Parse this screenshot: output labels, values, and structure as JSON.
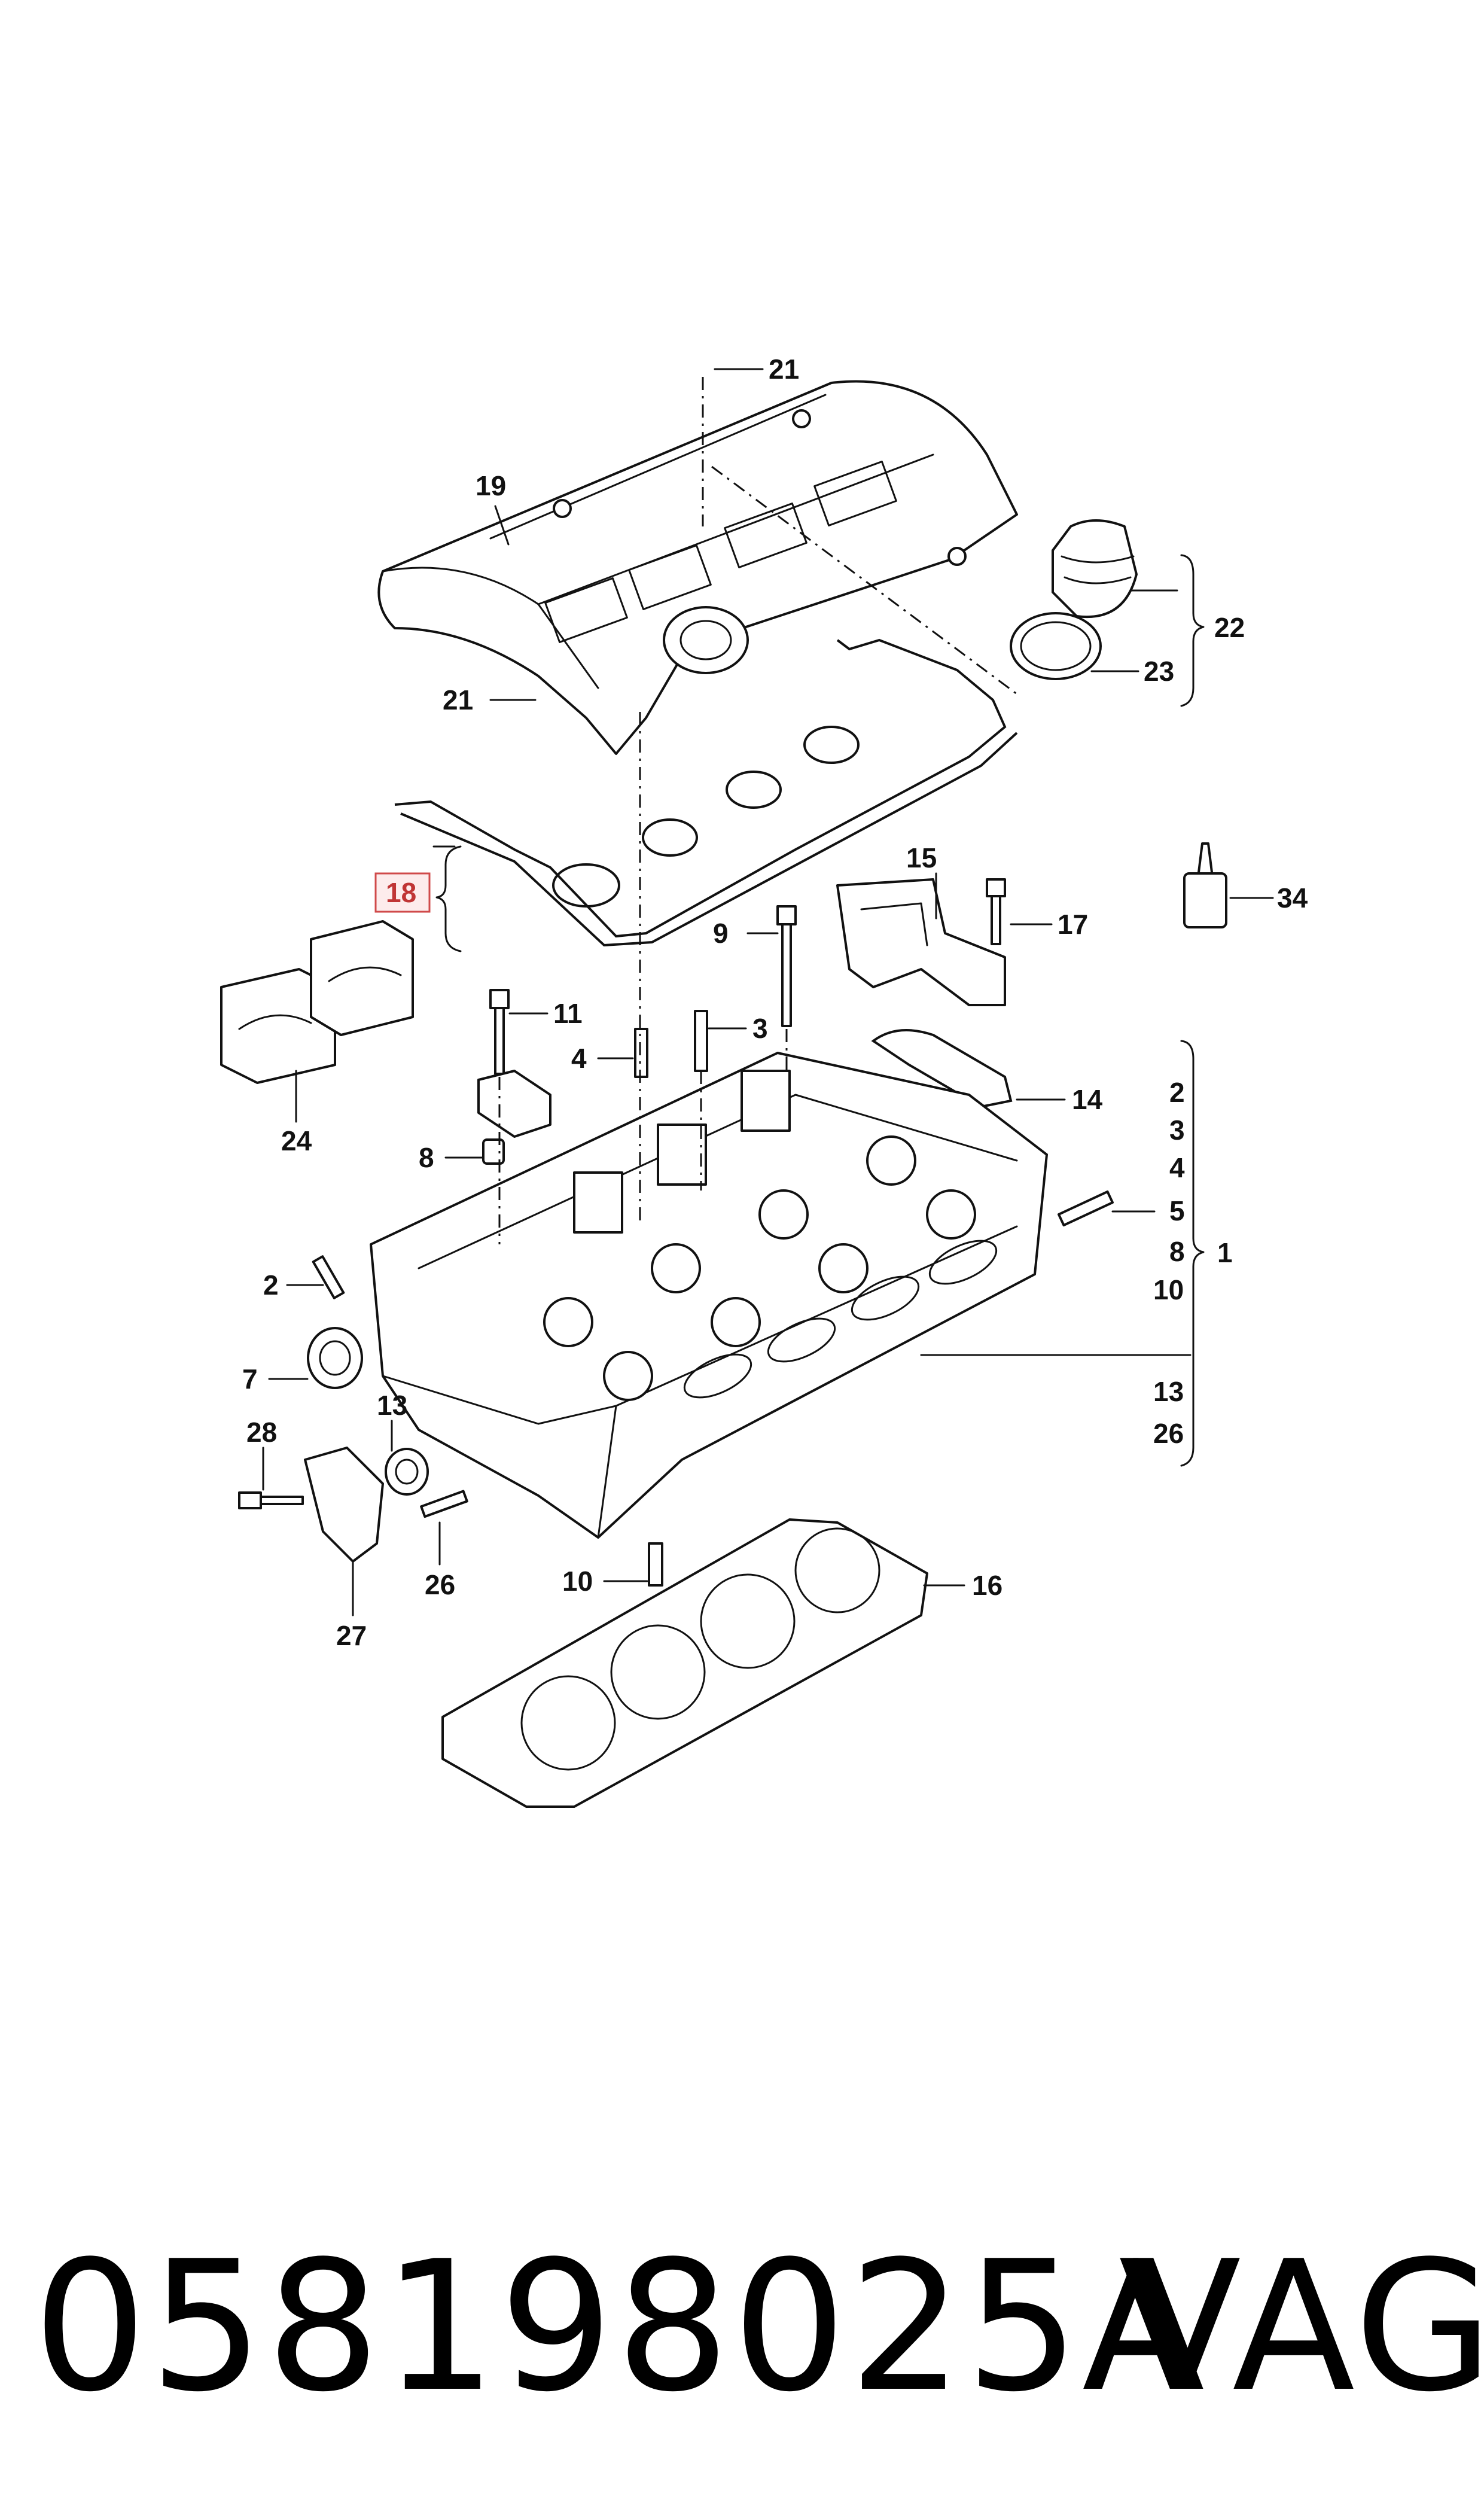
{
  "callouts": {
    "c21_top": "21",
    "c19": "19",
    "c22": "22",
    "c23": "23",
    "c21_left": "21",
    "c18": "18",
    "c15": "15",
    "c34": "34",
    "c9": "9",
    "c17": "17",
    "c11": "11",
    "c3_bolt": "3",
    "c4_bolt": "4",
    "c24": "24",
    "c14": "14",
    "c8_left": "8",
    "c2_left": "2",
    "c7": "7",
    "c13_left": "13",
    "c28": "28",
    "c26_bottom": "26",
    "c27": "27",
    "c10_bottom": "10",
    "c16": "16",
    "c5": "5",
    "c1": "1"
  },
  "bracket_list": [
    "2",
    "3",
    "4",
    "5",
    "8",
    "10",
    "13",
    "26"
  ],
  "footer": {
    "part_number": "058198025A",
    "brand": "VAG"
  },
  "highlight_color": "#d04a4a"
}
